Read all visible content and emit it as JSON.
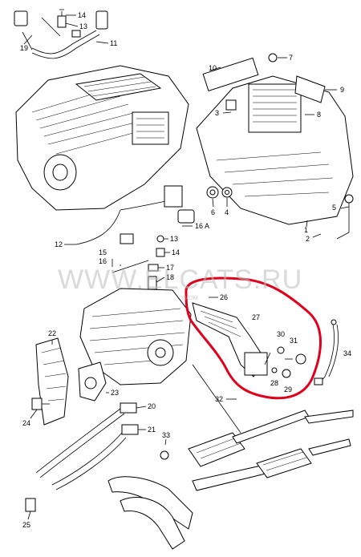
{
  "watermark": {
    "text": "WWW.ELCATS.RU",
    "small_text": "3502M"
  },
  "highlight_color": "#e0001b",
  "callouts": [
    {
      "id": "c19",
      "text": "19"
    },
    {
      "id": "c14a",
      "text": "14"
    },
    {
      "id": "c13a",
      "text": "13"
    },
    {
      "id": "c11",
      "text": "11"
    },
    {
      "id": "c10",
      "text": "10"
    },
    {
      "id": "c7",
      "text": "7"
    },
    {
      "id": "c9",
      "text": "9"
    },
    {
      "id": "c3",
      "text": "3"
    },
    {
      "id": "c8",
      "text": "8"
    },
    {
      "id": "c6",
      "text": "6"
    },
    {
      "id": "c4",
      "text": "4"
    },
    {
      "id": "c5",
      "text": "5"
    },
    {
      "id": "c1",
      "text": "1"
    },
    {
      "id": "c2",
      "text": "2"
    },
    {
      "id": "c13b",
      "text": "13"
    },
    {
      "id": "c16A",
      "text": "16 A"
    },
    {
      "id": "c12",
      "text": "12"
    },
    {
      "id": "c14b",
      "text": "14"
    },
    {
      "id": "c15",
      "text": "15"
    },
    {
      "id": "c16",
      "text": "16"
    },
    {
      "id": "c17",
      "text": "17"
    },
    {
      "id": "c18",
      "text": "18"
    },
    {
      "id": "c26",
      "text": "26"
    },
    {
      "id": "c27",
      "text": "27"
    },
    {
      "id": "c30",
      "text": "30"
    },
    {
      "id": "c31",
      "text": "31"
    },
    {
      "id": "c34",
      "text": "34"
    },
    {
      "id": "c22",
      "text": "22"
    },
    {
      "id": "c28",
      "text": "28"
    },
    {
      "id": "c29",
      "text": "29"
    },
    {
      "id": "c23",
      "text": "23"
    },
    {
      "id": "c32",
      "text": "32"
    },
    {
      "id": "c24",
      "text": "24"
    },
    {
      "id": "c20",
      "text": "20"
    },
    {
      "id": "c21",
      "text": "21"
    },
    {
      "id": "c33",
      "text": "33"
    },
    {
      "id": "c25",
      "text": "25"
    }
  ]
}
